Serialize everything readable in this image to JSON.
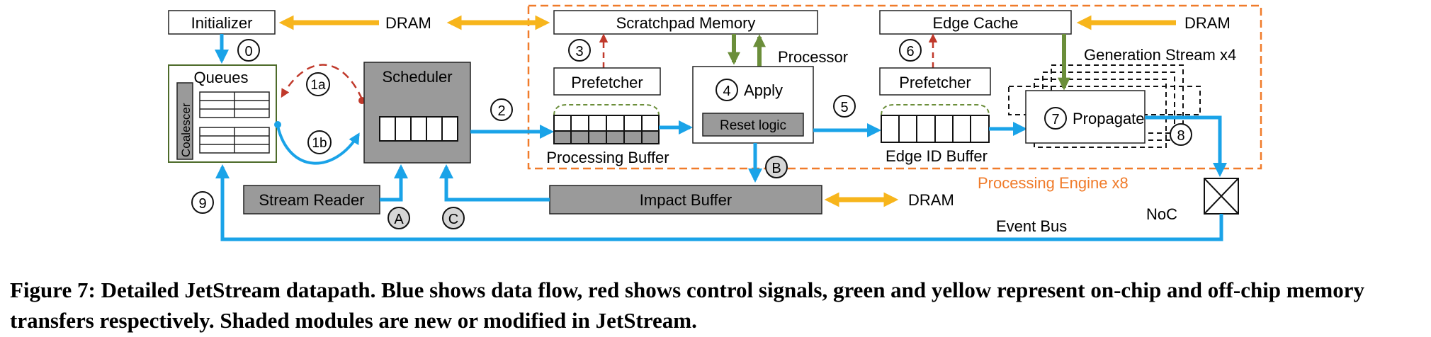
{
  "labels": {
    "initializer": "Initializer",
    "dram_top": "DRAM",
    "scratchpad": "Scratchpad Memory",
    "edge_cache": "Edge Cache",
    "dram_right": "DRAM",
    "queues": "Queues",
    "coalescer": "Coalescer",
    "scheduler": "Scheduler",
    "prefetcher_1": "Prefetcher",
    "prefetcher_2": "Prefetcher",
    "processor": "Processor",
    "apply": "Apply",
    "reset_logic": "Reset logic",
    "propagate": "Propagate",
    "generation_stream": "Generation Stream x4",
    "processing_buffer": "Processing Buffer",
    "edge_id_buffer": "Edge ID Buffer",
    "processing_engine": "Processing Engine x8",
    "stream_reader": "Stream Reader",
    "impact_buffer": "Impact Buffer",
    "dram_bottom": "DRAM",
    "noc": "NoC",
    "event_bus": "Event Bus"
  },
  "markers": {
    "m0": "0",
    "m1a": "1a",
    "m1b": "1b",
    "m2": "2",
    "m3": "3",
    "m4": "4",
    "m5": "5",
    "m6": "6",
    "m7": "7",
    "m8": "8",
    "m9": "9",
    "mA": "A",
    "mB": "B",
    "mC": "C"
  },
  "caption": "Figure 7: Detailed JetStream datapath. Blue shows data flow, red shows control signals, green and yellow represent on-chip and off-chip memory transfers respectively. Shaded modules are new or modified in JetStream.",
  "colors": {
    "data_flow": "#1aa3e8",
    "control": "#c0392b",
    "onchip": "#6b8e3a",
    "offchip": "#f7b51c",
    "engine_border": "#f07b2a",
    "shaded": "#9a9a9a"
  }
}
